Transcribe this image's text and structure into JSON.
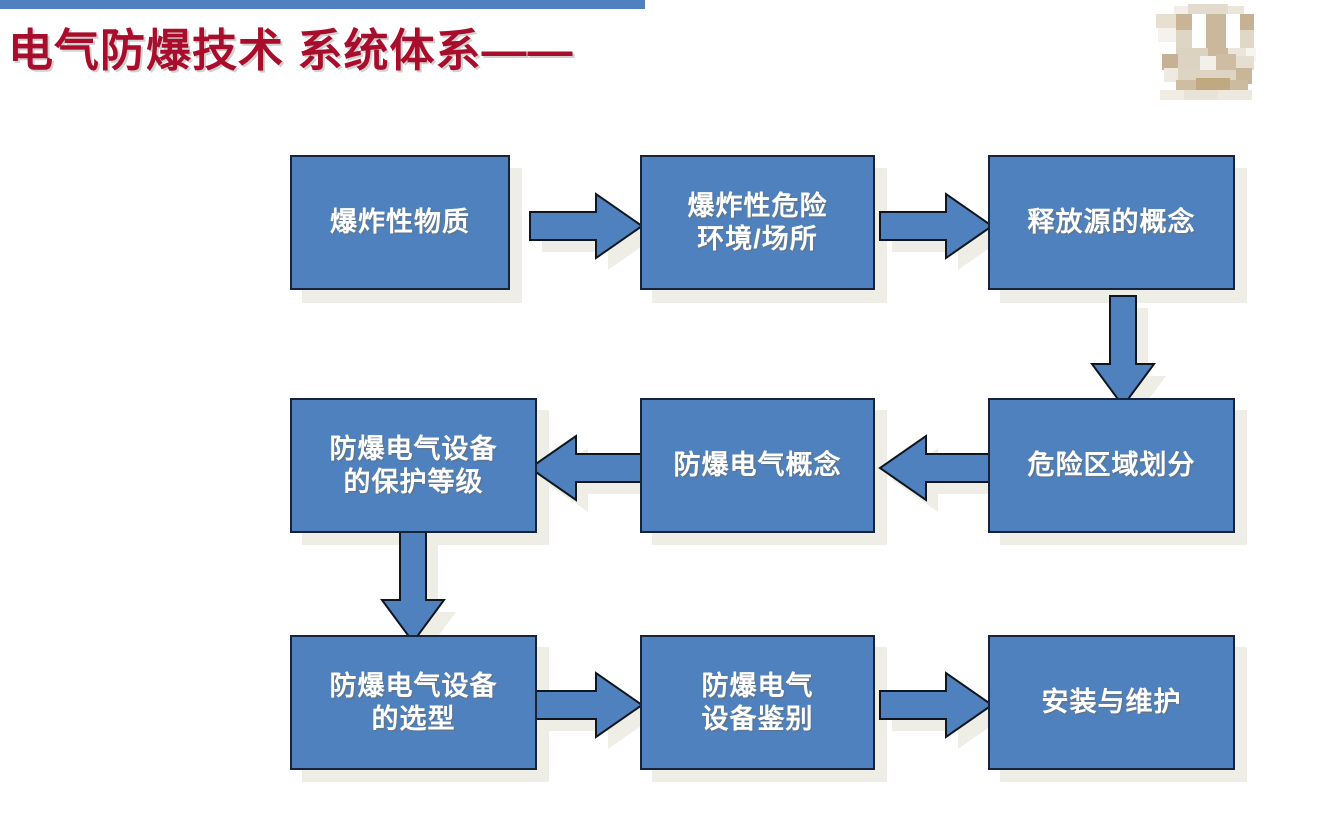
{
  "slide": {
    "title": "电气防爆技术 系统体系——",
    "title_color": "#A80E2B",
    "accent_bar_color": "#4e81bd",
    "background_color": "#ffffff",
    "logo_name": "pixelated-company-logo"
  },
  "diagram_data": {
    "type": "flowchart",
    "title": "电气防爆技术 系统体系",
    "node_fill_color": "#4e81bd",
    "node_border_color": "#16233b",
    "node_text_color": "#ffffff",
    "arrow_fill_color": "#4e81bd",
    "arrow_border_color": "#10161f",
    "shadow_color": "#efeee6",
    "nodes": [
      {
        "id": "n1",
        "label": "爆炸性物质",
        "row": 1,
        "col": 1
      },
      {
        "id": "n2",
        "label": "爆炸性危险\n环境/场所",
        "row": 1,
        "col": 2
      },
      {
        "id": "n3",
        "label": "释放源的概念",
        "row": 1,
        "col": 3
      },
      {
        "id": "n4",
        "label": "危险区域划分",
        "row": 2,
        "col": 3
      },
      {
        "id": "n5",
        "label": "防爆电气概念",
        "row": 2,
        "col": 2
      },
      {
        "id": "n6",
        "label": "防爆电气设备\n的保护等级",
        "row": 2,
        "col": 1
      },
      {
        "id": "n7",
        "label": "防爆电气设备\n的选型",
        "row": 3,
        "col": 1
      },
      {
        "id": "n8",
        "label": "防爆电气\n设备鉴别",
        "row": 3,
        "col": 2
      },
      {
        "id": "n9",
        "label": "安装与维护",
        "row": 3,
        "col": 3
      }
    ],
    "edges": [
      {
        "from": "n1",
        "to": "n2",
        "direction": "right"
      },
      {
        "from": "n2",
        "to": "n3",
        "direction": "right"
      },
      {
        "from": "n3",
        "to": "n4",
        "direction": "down"
      },
      {
        "from": "n4",
        "to": "n5",
        "direction": "left"
      },
      {
        "from": "n5",
        "to": "n6",
        "direction": "left"
      },
      {
        "from": "n6",
        "to": "n7",
        "direction": "down"
      },
      {
        "from": "n7",
        "to": "n8",
        "direction": "right"
      },
      {
        "from": "n8",
        "to": "n9",
        "direction": "right"
      }
    ]
  }
}
